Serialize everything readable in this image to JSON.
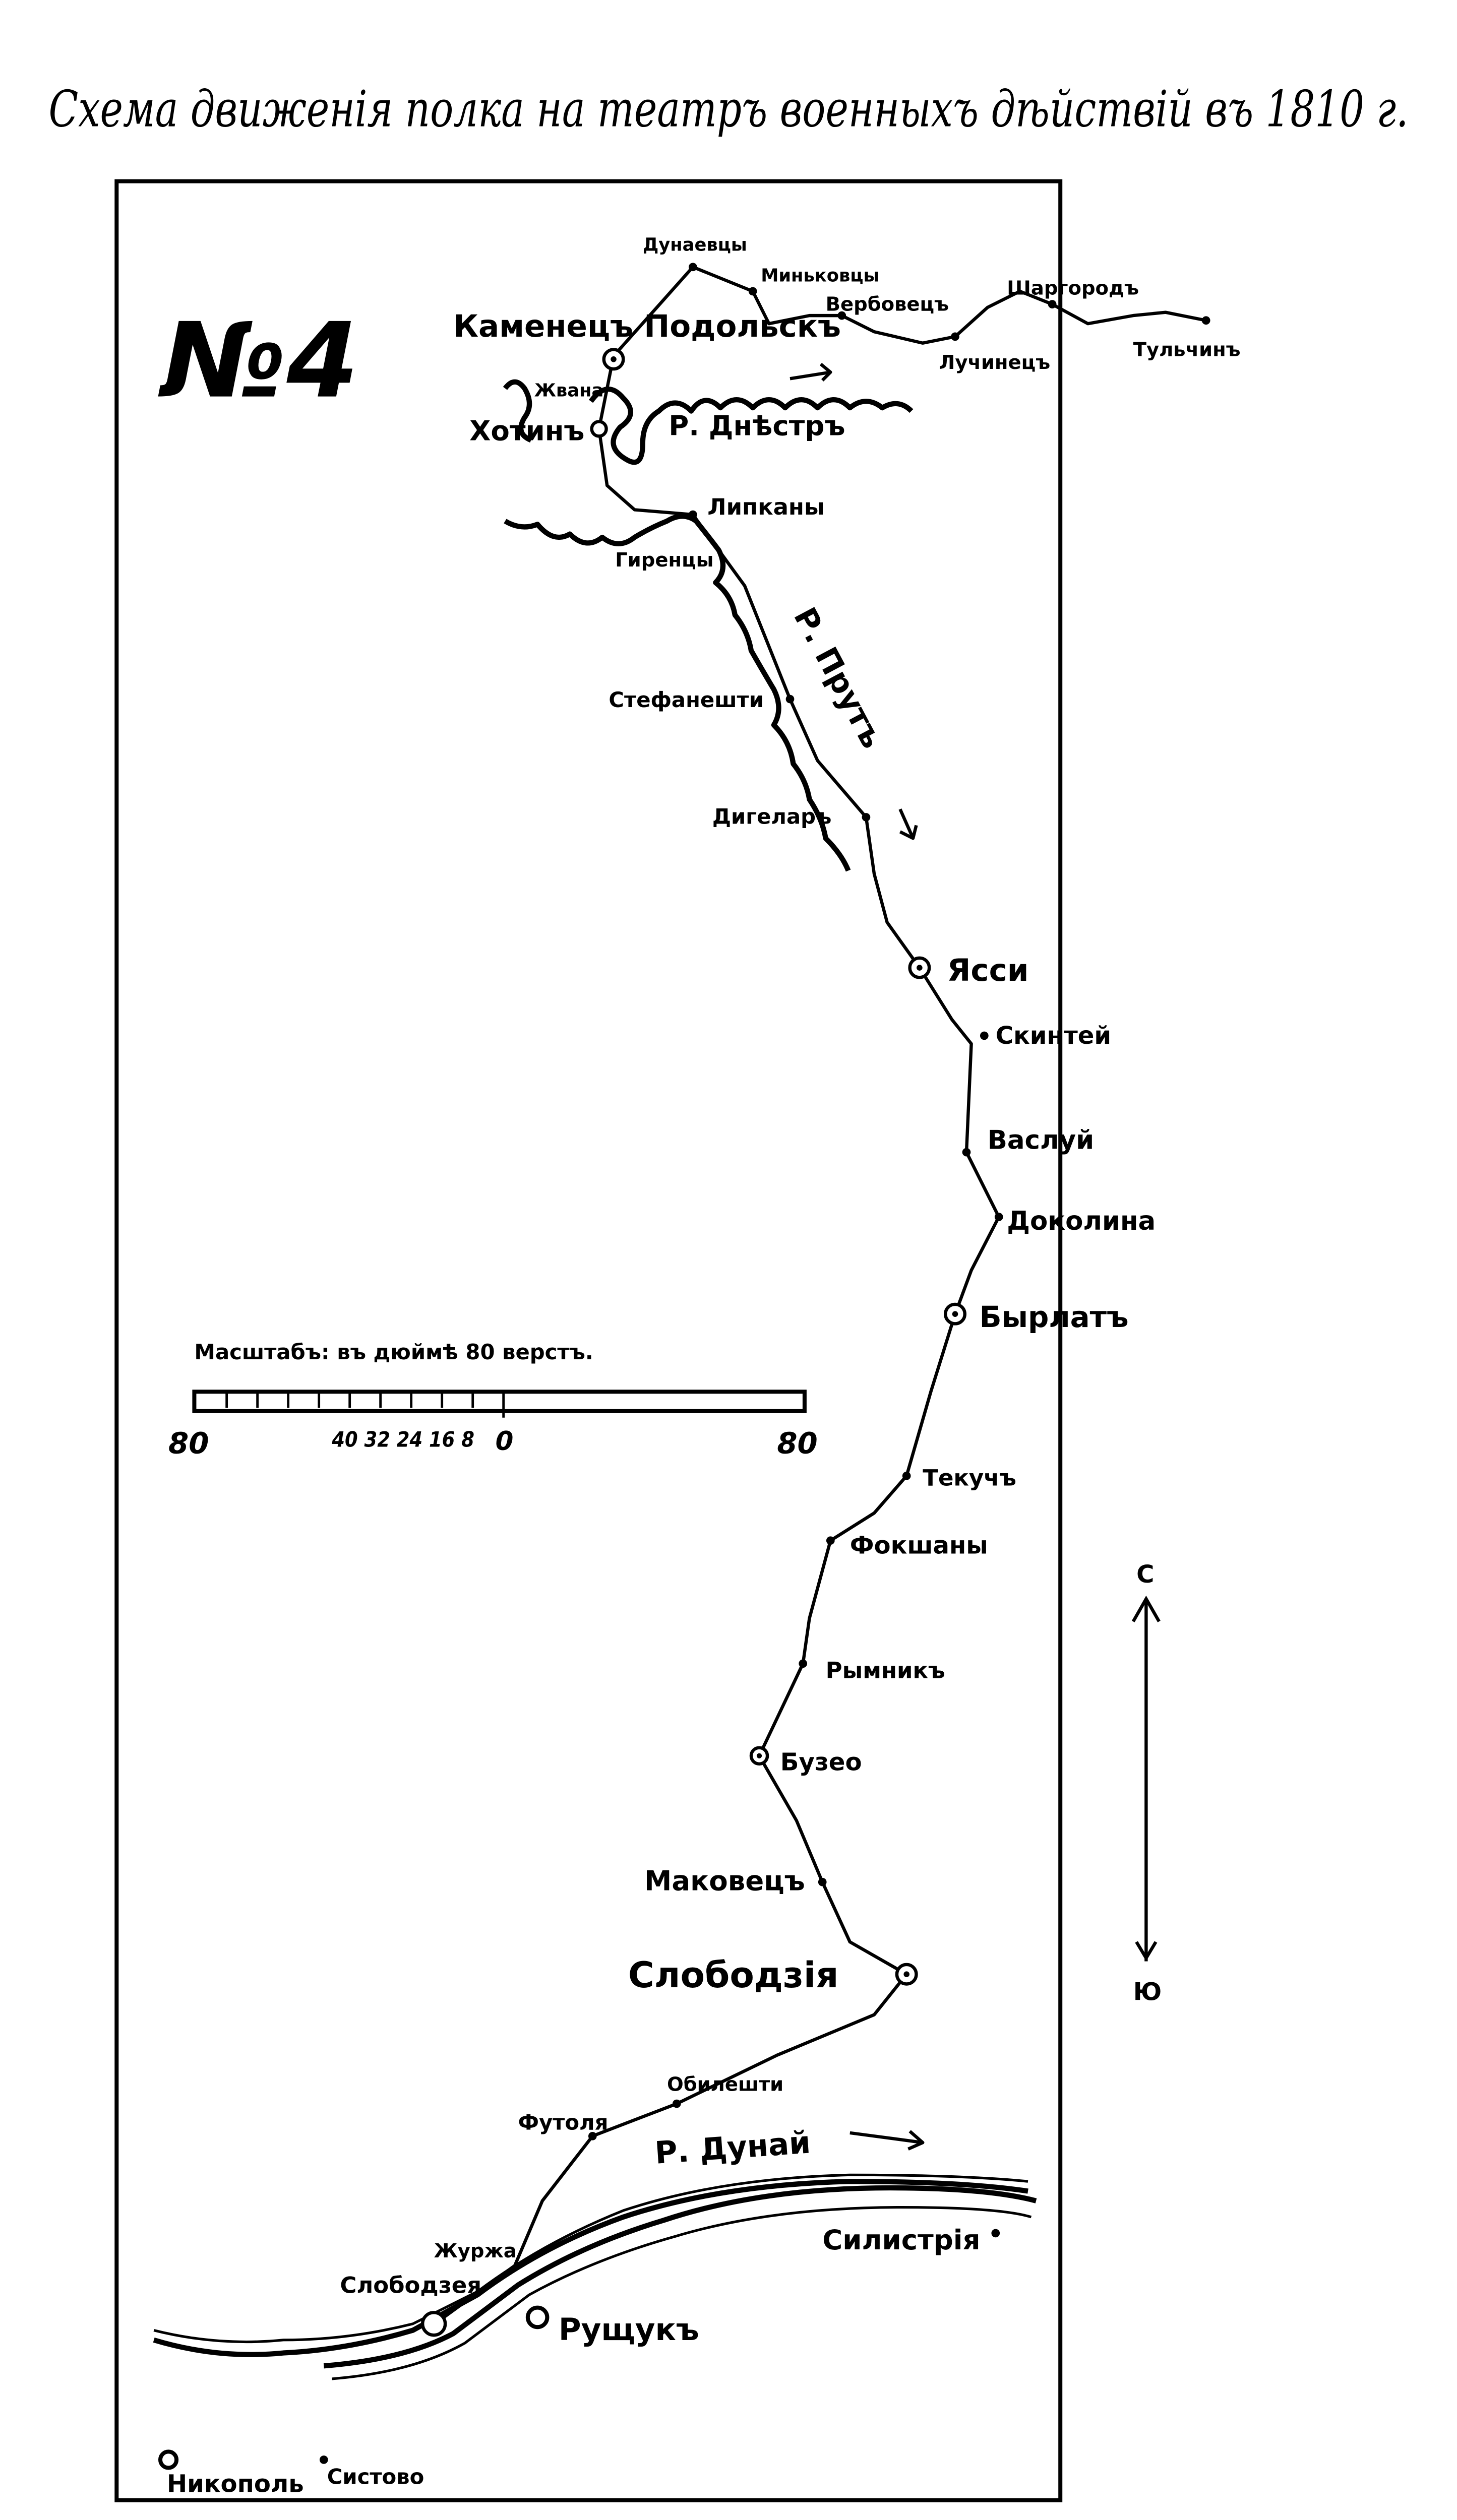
{
  "title": "Схема движенія полка на театръ военныхъ дѣйствій въ 1810 г.",
  "map_number": "№4",
  "places": {
    "kamenets": "Каменецъ Подольскъ",
    "dunaevtsy": "Дунаевцы",
    "minkovtsy": "Миньковцы",
    "verbovets": "Вербовецъ",
    "luchinets": "Лучинецъ",
    "shargorod": "Шаргородъ",
    "tulchin": "Тульчинъ",
    "zhvana": "Жвана",
    "khotin": "Хотинъ",
    "lipkany": "Липканы",
    "girentsy": "Гиренцы",
    "stefaneshti": "Стефанешти",
    "digelar": "Дигеларъ",
    "yassy": "Ясси",
    "skintey": "Скинтей",
    "vasluy": "Васлуй",
    "dokolina": "Доколина",
    "byrlat": "Бырлатъ",
    "tekuch": "Текучъ",
    "fokshany": "Фокшаны",
    "rymnik": "Рымникъ",
    "buzeo": "Бузео",
    "makovets": "Маковецъ",
    "slobodzia": "Слободзія",
    "obileshti": "Обилешти",
    "futolya": "Футоля",
    "silistria": "Силистрія",
    "zhurzha": "Журжа",
    "slobodzeya": "Слободзея",
    "rushchuk": "Рущукъ",
    "nikopol": "Никополь",
    "sistovo": "Систово"
  },
  "rivers": {
    "dniester": "Р. Днѣстръ",
    "prut": "Р. Прутъ",
    "danube": "Р. Дунай"
  },
  "compass": {
    "north": "С",
    "south": "Ю"
  },
  "scale": {
    "label": "Масштабъ: въ дюймѣ 80 верстъ.",
    "left": "80",
    "subdivisions": "40 32 24 16 8",
    "zero": "0",
    "right": "80"
  }
}
